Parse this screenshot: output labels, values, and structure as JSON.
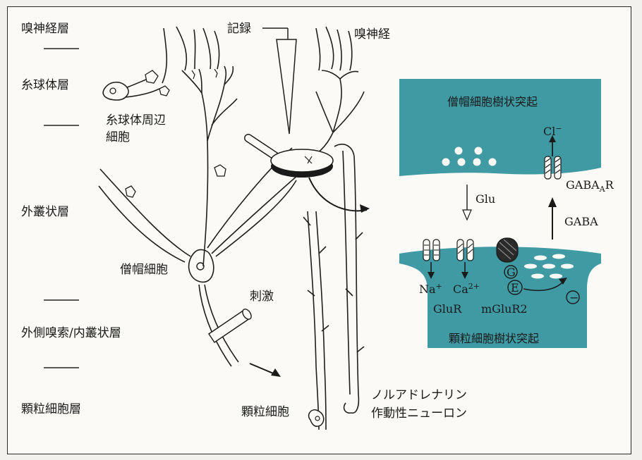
{
  "layers": {
    "olfactory_nerve_layer": "嗅神経層",
    "glomerular_layer": "糸球体層",
    "external_plexiform_layer": "外叢状層",
    "lateral_olfactory_tract_inner_plexiform": "外側嗅索/内叢状層",
    "granule_cell_layer": "顆粒細胞層"
  },
  "cells": {
    "periglomerular_line1": "糸球体周辺",
    "periglomerular_line2": "細胞",
    "mitral_cell": "僧帽細胞",
    "granule_cell": "顆粒細胞",
    "noradrenergic_line1": "ノルアドレナリン",
    "noradrenergic_line2": "作動性ニューロン",
    "olfactory_nerve": "嗅神経"
  },
  "apparatus": {
    "recording": "記録",
    "stimulation": "刺激"
  },
  "inset": {
    "mitral_dendrite": "僧帽細胞樹状突起",
    "granule_dendrite": "顆粒細胞樹状突起",
    "glu": "Glu",
    "gaba": "GABA",
    "cl": "Cl",
    "cl_sup": "−",
    "gabaa_main": "GABA",
    "gabaa_sub": "A",
    "gabaa_tail": "R",
    "na": "Na",
    "na_sup": "+",
    "ca": "Ca",
    "ca_sup": "2+",
    "glur": "GluR",
    "mglur2": "mGluR2",
    "g_protein": "G",
    "effector": "E",
    "inhibition": "−"
  },
  "colors": {
    "teal": "#3f9aa4",
    "ink": "#1a1a1a"
  }
}
